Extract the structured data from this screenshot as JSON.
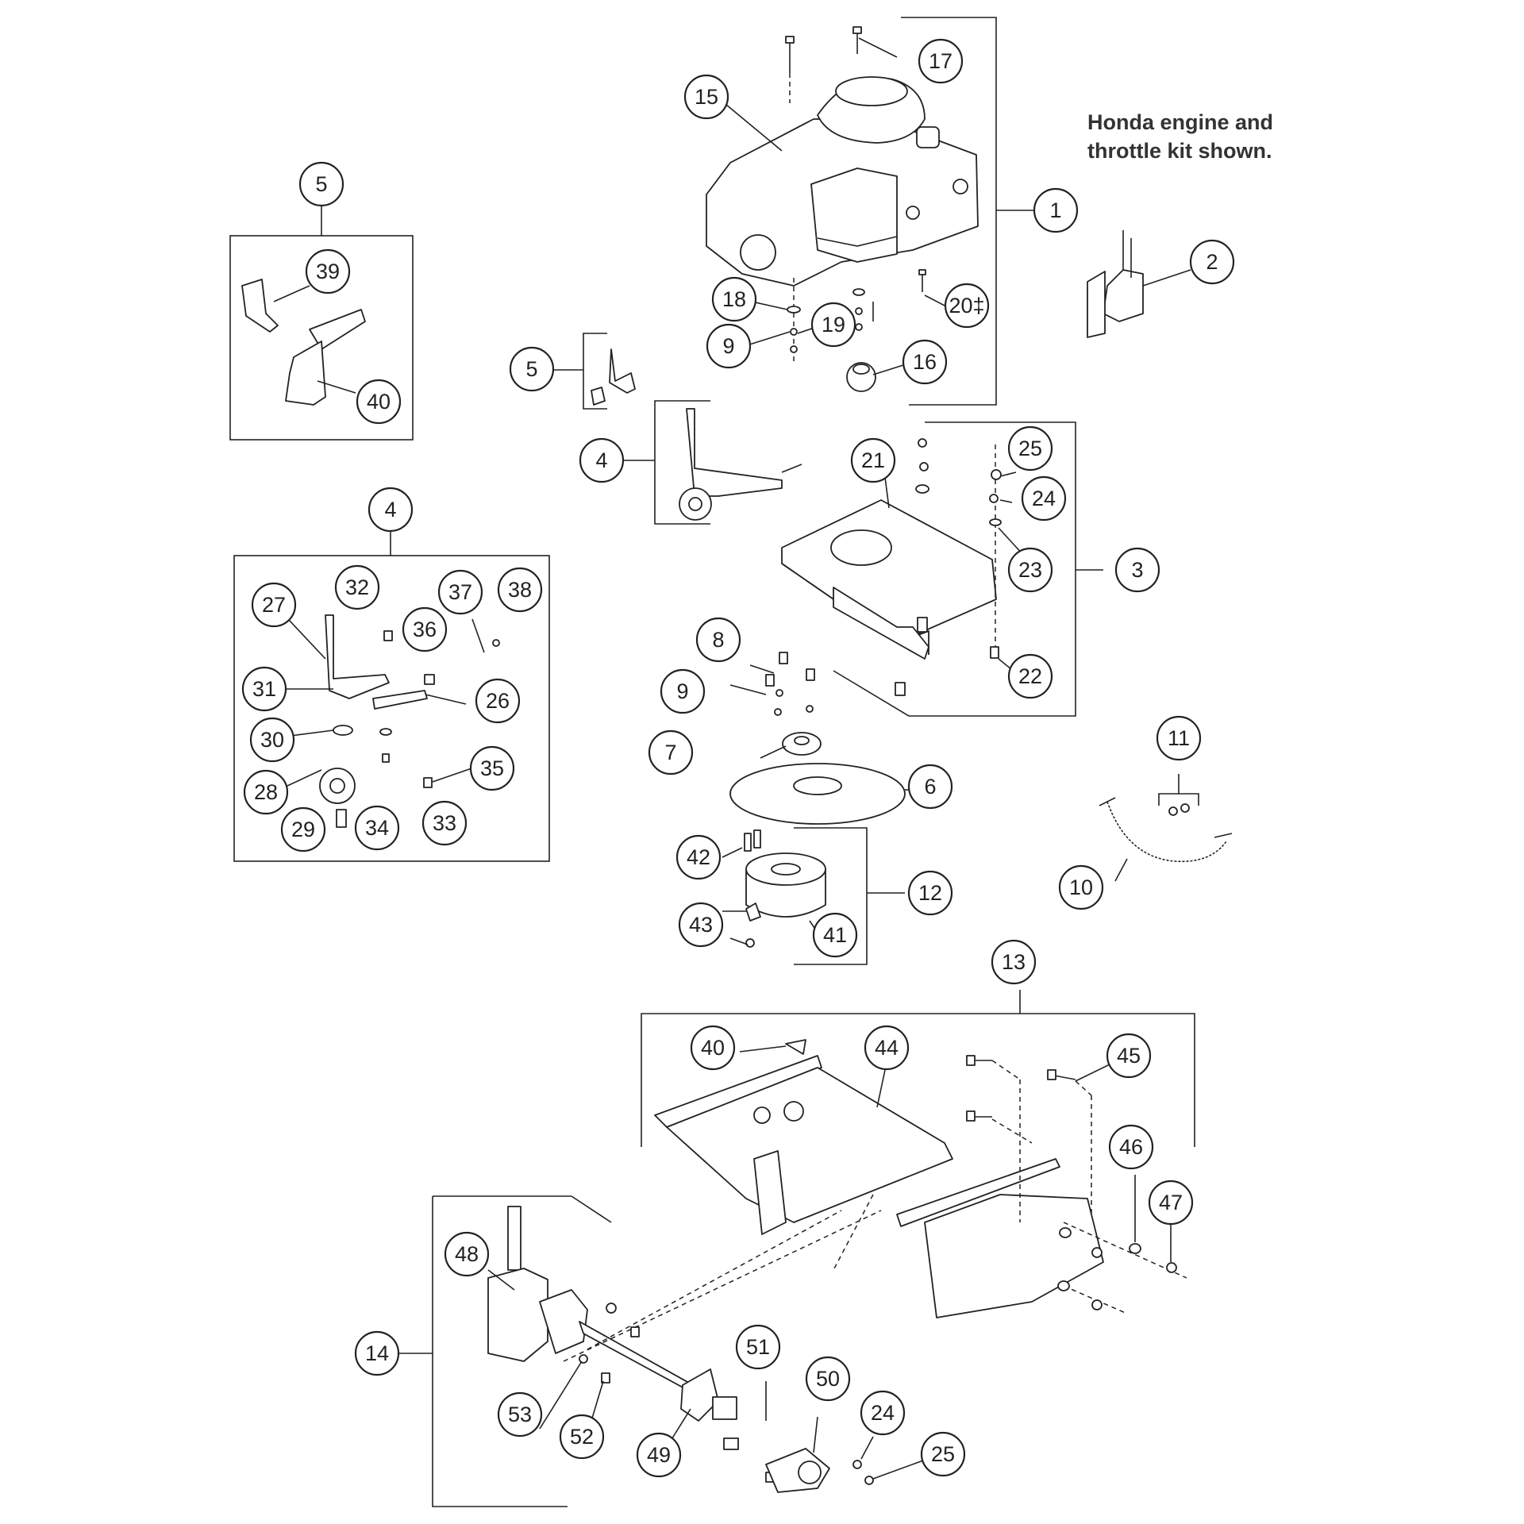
{
  "note": "Honda engine and\nthrottle kit shown.",
  "callouts": [
    {
      "id": "c17",
      "label": "17"
    },
    {
      "id": "c15",
      "label": "15"
    },
    {
      "id": "c1",
      "label": "1"
    },
    {
      "id": "c2",
      "label": "2"
    },
    {
      "id": "c5a",
      "label": "5"
    },
    {
      "id": "c39",
      "label": "39"
    },
    {
      "id": "c40a",
      "label": "40"
    },
    {
      "id": "c18",
      "label": "18"
    },
    {
      "id": "c19",
      "label": "19"
    },
    {
      "id": "c9a",
      "label": "9"
    },
    {
      "id": "c20",
      "label": "20‡"
    },
    {
      "id": "c5b",
      "label": "5"
    },
    {
      "id": "c16",
      "label": "16"
    },
    {
      "id": "c4a",
      "label": "4"
    },
    {
      "id": "c21",
      "label": "21"
    },
    {
      "id": "c25a",
      "label": "25"
    },
    {
      "id": "c24a",
      "label": "24"
    },
    {
      "id": "c23",
      "label": "23"
    },
    {
      "id": "c3",
      "label": "3"
    },
    {
      "id": "c22",
      "label": "22"
    },
    {
      "id": "c4b",
      "label": "4"
    },
    {
      "id": "c27",
      "label": "27"
    },
    {
      "id": "c32",
      "label": "32"
    },
    {
      "id": "c37",
      "label": "37"
    },
    {
      "id": "c38",
      "label": "38"
    },
    {
      "id": "c36",
      "label": "36"
    },
    {
      "id": "c31",
      "label": "31"
    },
    {
      "id": "c26",
      "label": "26"
    },
    {
      "id": "c30",
      "label": "30"
    },
    {
      "id": "c35",
      "label": "35"
    },
    {
      "id": "c28",
      "label": "28"
    },
    {
      "id": "c29",
      "label": "29"
    },
    {
      "id": "c34",
      "label": "34"
    },
    {
      "id": "c33",
      "label": "33"
    },
    {
      "id": "c8",
      "label": "8"
    },
    {
      "id": "c9b",
      "label": "9"
    },
    {
      "id": "c7",
      "label": "7"
    },
    {
      "id": "c6",
      "label": "6"
    },
    {
      "id": "c11",
      "label": "11"
    },
    {
      "id": "c10",
      "label": "10"
    },
    {
      "id": "c42",
      "label": "42"
    },
    {
      "id": "c12",
      "label": "12"
    },
    {
      "id": "c43",
      "label": "43"
    },
    {
      "id": "c41",
      "label": "41"
    },
    {
      "id": "c13",
      "label": "13"
    },
    {
      "id": "c40b",
      "label": "40"
    },
    {
      "id": "c44",
      "label": "44"
    },
    {
      "id": "c45",
      "label": "45"
    },
    {
      "id": "c46",
      "label": "46"
    },
    {
      "id": "c47",
      "label": "47"
    },
    {
      "id": "c48",
      "label": "48"
    },
    {
      "id": "c14",
      "label": "14"
    },
    {
      "id": "c51",
      "label": "51"
    },
    {
      "id": "c50",
      "label": "50"
    },
    {
      "id": "c24b",
      "label": "24"
    },
    {
      "id": "c25b",
      "label": "25"
    },
    {
      "id": "c53",
      "label": "53"
    },
    {
      "id": "c52",
      "label": "52"
    },
    {
      "id": "c49",
      "label": "49"
    }
  ]
}
